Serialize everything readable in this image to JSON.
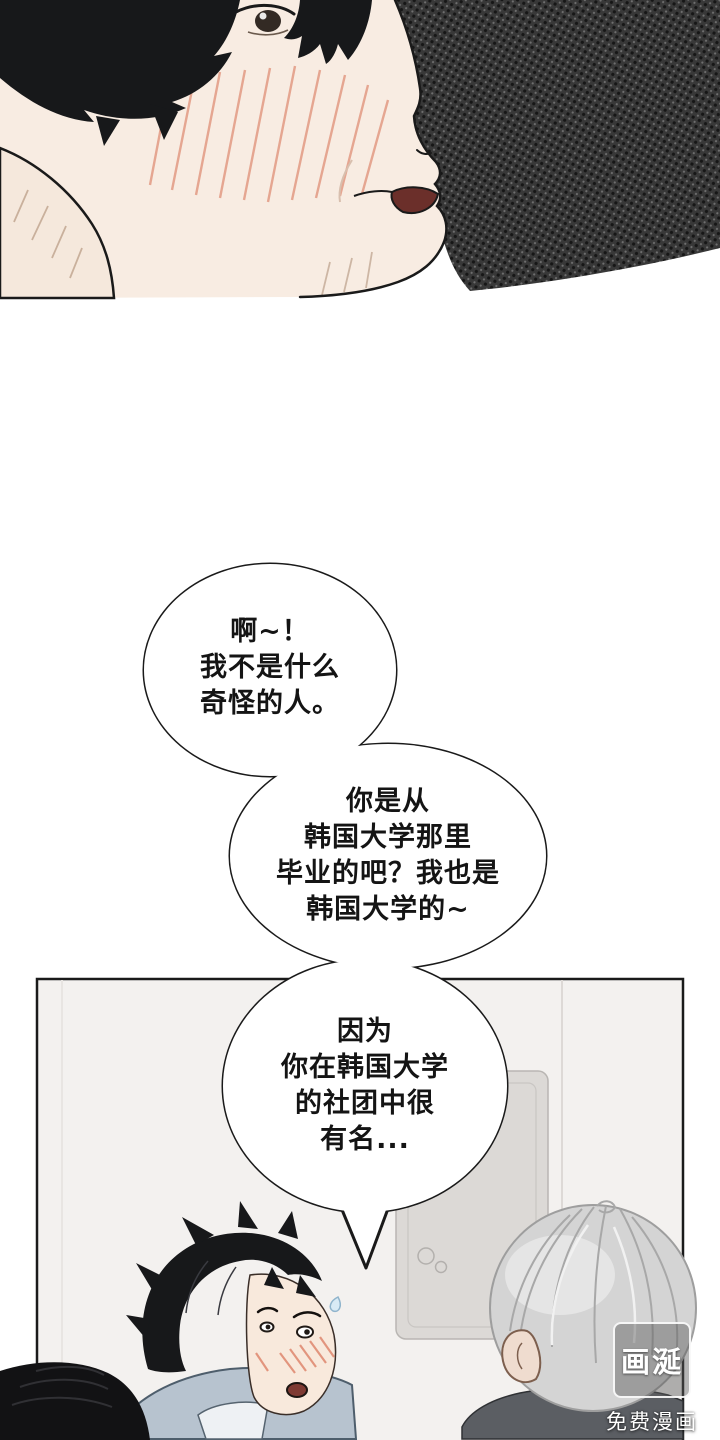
{
  "bubbles": [
    {
      "lines": [
        "啊~！",
        "我不是什么",
        "奇怪的人。"
      ]
    },
    {
      "lines": [
        "你是从",
        "韩国大学那里",
        "毕业的吧？我也是",
        "韩国大学的~"
      ]
    },
    {
      "lines": [
        "因为",
        "你在韩国大学",
        "的社团中很",
        "有名..."
      ]
    }
  ],
  "watermark": {
    "logo_text": "画涎",
    "caption": "免费漫画"
  },
  "colors": {
    "skin": "#f8ece2",
    "hair_black": "#17181a",
    "halftone_dark": "#383838",
    "blush": "#e08d74",
    "bubble_outline": "#1a1a1a",
    "wall": "#f3f1ef",
    "door": "#dcd9d6",
    "gray_hair": "#d4d4d4",
    "dark_shirt": "#5b5e63",
    "blue_shirt": "#b7c3cf"
  }
}
